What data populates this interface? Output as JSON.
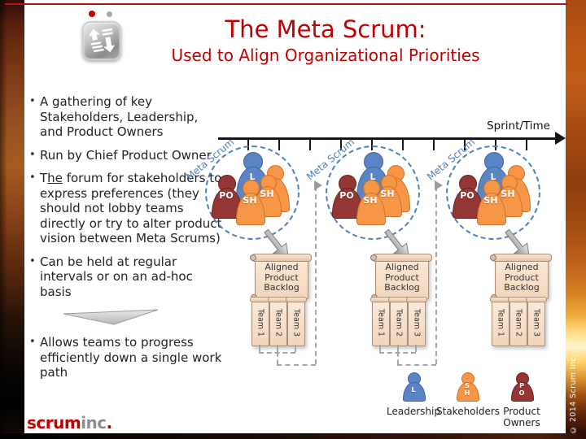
{
  "header": {
    "title": "The Meta Scrum:",
    "subtitle": "Used to Align Organizational Priorities"
  },
  "bullets": [
    {
      "segments": [
        {
          "text": "A gathering of key Stakeholders, Leadership, and Product Owners"
        }
      ]
    },
    {
      "segments": [
        {
          "text": "Run by Chief Product Owner"
        }
      ]
    },
    {
      "segments": [
        {
          "text": "T"
        },
        {
          "text": "he",
          "underline": true
        },
        {
          "text": " forum for stakeholders to express preferences (they should not lobby teams directly or try to alter product vision between Meta Scrums)"
        }
      ]
    },
    {
      "segments": [
        {
          "text": "Can be held at regular intervals or on an ad-hoc basis"
        }
      ]
    },
    {
      "segments": [
        {
          "text": "Allows teams to progress efficiently down a single work path"
        }
      ]
    }
  ],
  "timeline": {
    "label": "Sprint/Time",
    "tick_count": 10
  },
  "clusters": [
    {
      "label": "Meta Scrum"
    },
    {
      "label": "Meta Scrum"
    },
    {
      "label": "Meta Scrum"
    }
  ],
  "cluster_figures": [
    {
      "role": "leadership",
      "badge": "L"
    },
    {
      "role": "stakeholder",
      "badge": ""
    },
    {
      "role": "product_owner",
      "badge": "PO"
    },
    {
      "role": "stakeholder",
      "badge": "SH"
    },
    {
      "role": "stakeholder",
      "badge": "SH"
    }
  ],
  "columns": [
    {
      "backlog": "Aligned Product Backlog",
      "teams": [
        "Team 1",
        "Team 2",
        "Team 3"
      ],
      "feedback_loop": true
    },
    {
      "backlog": "Aligned Product Backlog",
      "teams": [
        "Team 1",
        "Team 2",
        "Team 3"
      ],
      "feedback_loop": true
    },
    {
      "backlog": "Aligned Product Backlog",
      "teams": [
        "Team 1",
        "Team 2",
        "Team 3"
      ],
      "feedback_loop": false
    }
  ],
  "legend": [
    {
      "role": "leadership",
      "badge": "L",
      "label": "Leadership"
    },
    {
      "role": "stakeholder",
      "badge": "SH",
      "label": "Stakeholders"
    },
    {
      "role": "product_owner",
      "badge": "PO",
      "label": "Product Owners"
    }
  ],
  "brand": [
    {
      "text": "scrum",
      "color": "#c00000"
    },
    {
      "text": "inc",
      "color": "#8e8e8e"
    },
    {
      "text": ".",
      "color": "#c00000"
    }
  ],
  "sidebar_copyright": "© 2014 Scrum Inc.",
  "icons": {
    "top_left": "sort-arrows-icon",
    "bullets_divider": "wide-down-arrow",
    "cluster_to_backlog": "gray-3d-arrow",
    "timeline_end": "right-arrowhead"
  },
  "colors": {
    "accent_red": "#c00000",
    "diagram_blue": "#4f81bd",
    "leadership": "#5b84c4",
    "stakeholder": "#f79646",
    "product_owner": "#943634",
    "scroll_fill": "#f8e0cb",
    "dashed_gray": "#a6a6a6"
  }
}
